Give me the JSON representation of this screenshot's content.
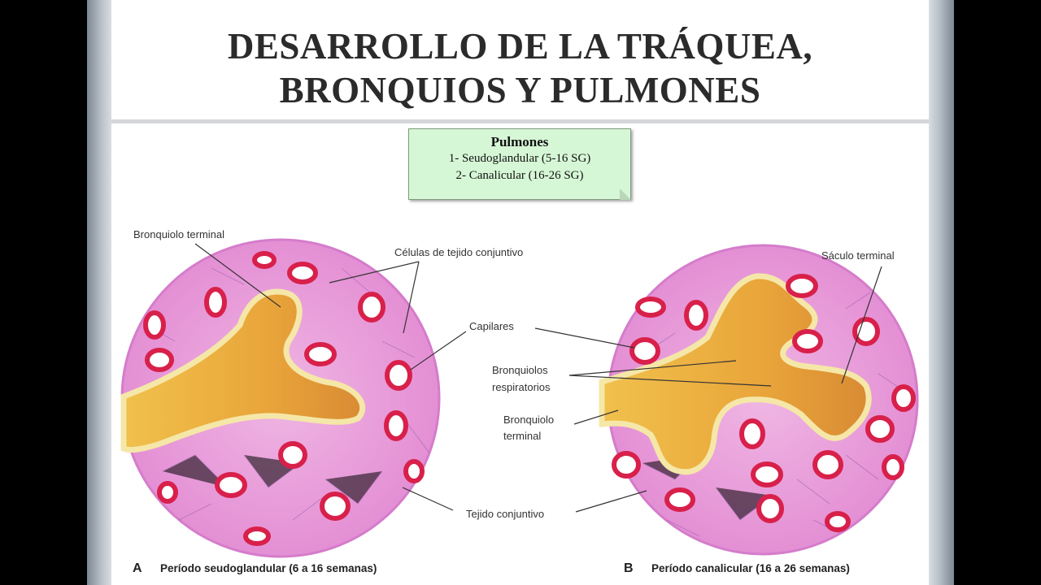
{
  "title_line1": "DESARROLLO DE LA TRÁQUEA,",
  "title_line2": "BRONQUIOS Y PULMONES",
  "note": {
    "heading": "Pulmones",
    "line1": "1- Seudoglandular (5-16 SG)",
    "line2": "2- Canalicular (16-26 SG)"
  },
  "labels": {
    "bronquiolo_terminal_a": "Bronquiolo terminal",
    "celulas": "Células de tejido conjuntivo",
    "capilares": "Capilares",
    "bronquiolos_resp_1": "Bronquiolos",
    "bronquiolos_resp_2": "respiratorios",
    "bronquiolo_term_b1": "Bronquiolo",
    "bronquiolo_term_b2": "terminal",
    "tejido": "Tejido conjuntivo",
    "saculo": "Sáculo terminal"
  },
  "captions": {
    "a_letter": "A",
    "a_text": "Período seudoglandular (6 a 16 semanas)",
    "b_letter": "B",
    "b_text": "Período canalicular (16 a  26 semanas)"
  },
  "colors": {
    "tissue": "#e69ad8",
    "duct": "#e9a93e",
    "capillary": "#d8204a",
    "cell_border": "#f3e3a6"
  }
}
